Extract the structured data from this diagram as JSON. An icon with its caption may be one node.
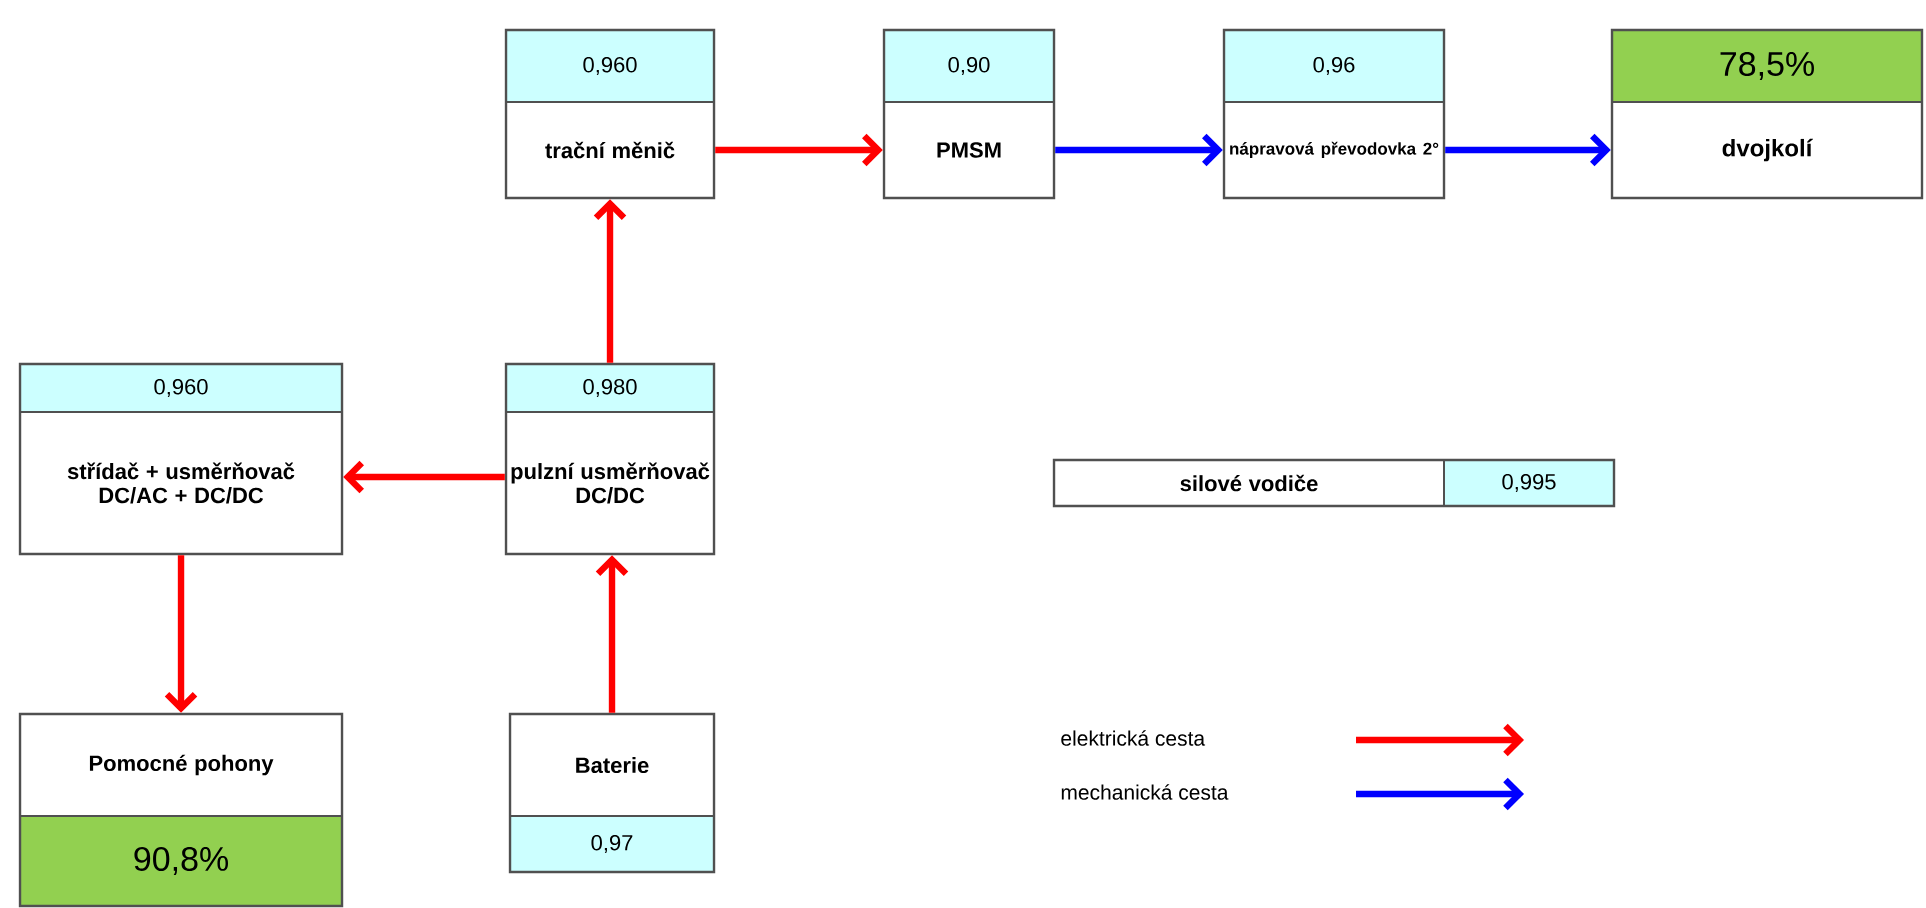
{
  "diagram": {
    "nodes": [
      {
        "text": [
          "0,960",
          "trační měnič"
        ]
      },
      {
        "text": [
          "0,90",
          "PMSM"
        ]
      },
      {
        "text": [
          "0,96",
          "nápravová převodovka 2°"
        ]
      },
      {
        "text": [
          "78,5%",
          "dvojkolí"
        ]
      },
      {
        "text": [
          "0,960",
          "střídač + usměrňovač DC/AC + DC/DC"
        ]
      },
      {
        "text": [
          "0,980",
          "pulzní usměrňovač DC/DC"
        ]
      },
      {
        "text": [
          "silové vodiče",
          "0,995"
        ]
      },
      {
        "text": [
          "Pomocné pohony",
          "90,8%"
        ]
      },
      {
        "text": [
          "Baterie",
          "0,97"
        ]
      }
    ],
    "edges": [
      {
        "from": 0,
        "to": 1,
        "arrow": "to"
      },
      {
        "from": 1,
        "to": 2,
        "arrow": "to",
        "color": "#0000ff"
      },
      {
        "from": 2,
        "to": 3,
        "arrow": "to",
        "color": "#0000ff"
      },
      {
        "from": 5,
        "to": 0,
        "arrow": "to"
      },
      {
        "from": 5,
        "to": 4,
        "arrow": "to"
      },
      {
        "from": 4,
        "to": 7,
        "arrow": "to"
      },
      {
        "from": 8,
        "to": 5,
        "arrow": "to"
      }
    ],
    "legend": [
      {
        "text": "elektrická cesta"
      },
      {
        "text": "mechanická cesta"
      }
    ]
  }
}
